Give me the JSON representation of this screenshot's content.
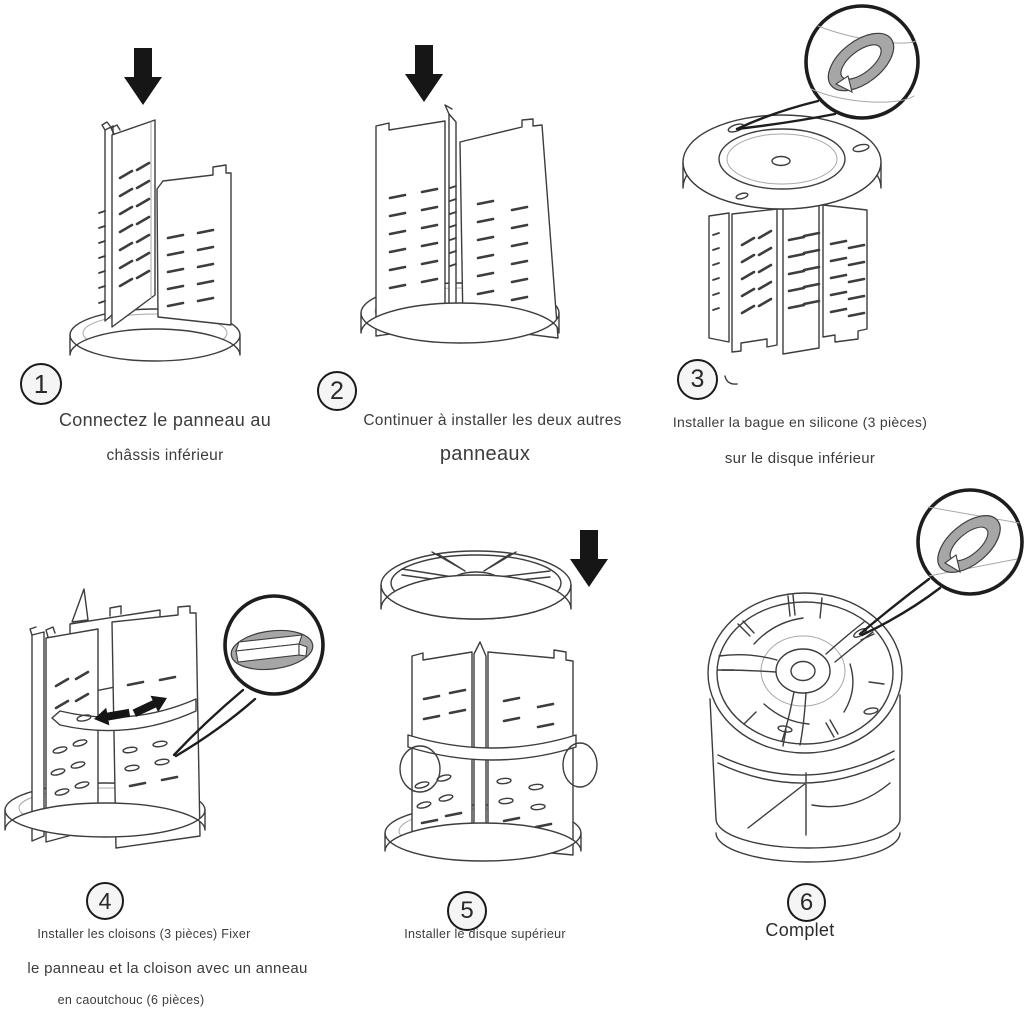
{
  "colors": {
    "background": "#ffffff",
    "line_art": "#3d3d3d",
    "arrow_black": "#161616",
    "silicone_ring_gray": "#a6a6a6",
    "text": "#3c3c3c"
  },
  "steps": [
    {
      "number": "1",
      "lines": [
        "Connectez le panneau au",
        "châssis inférieur"
      ]
    },
    {
      "number": "2",
      "lines": [
        "Continuer à installer les deux autres",
        "panneaux"
      ]
    },
    {
      "number": "3",
      "lines": [
        "Installer la bague en silicone (3 pièces)",
        "sur le disque inférieur"
      ]
    },
    {
      "number": "4",
      "lines": [
        "Installer les cloisons (3 pièces) Fixer",
        "le panneau et la cloison avec un anneau",
        "en caoutchouc (6 pièces)"
      ]
    },
    {
      "number": "5",
      "lines": [
        "Installer le disque supérieur"
      ]
    },
    {
      "number": "6",
      "lines": [
        "Complet"
      ]
    }
  ]
}
